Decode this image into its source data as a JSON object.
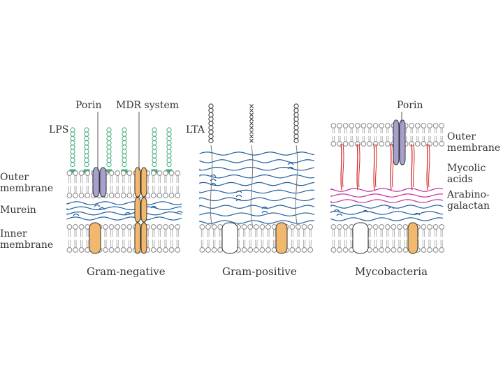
{
  "panels": [
    {
      "caption": "Gram-negative",
      "labels": {
        "porin": "Porin",
        "mdr": "MDR system",
        "lps": "LPS",
        "outer_line1": "Outer",
        "outer_line2": "membrane",
        "murein": "Murein",
        "inner_line1": "Inner",
        "inner_line2": "membrane"
      }
    },
    {
      "caption": "Gram-positive",
      "labels": {
        "lta": "LTA"
      }
    },
    {
      "caption": "Mycobacteria",
      "labels": {
        "porin": "Porin",
        "outer_line1": "Outer",
        "outer_line2": "membrane",
        "mycolic_line1": "Mycolic",
        "mycolic_line2": "acids",
        "arab_line1": "Arabino-",
        "arab_line2": "galactan"
      }
    }
  ],
  "colors": {
    "lipid_head": "#888888",
    "lipid_tail": "#b5b5b5",
    "lps_green": "#3fae7a",
    "murein_blue": "#1f5f9e",
    "porin_purple": "#a7a0cc",
    "mdr_orange": "#f2b96e",
    "mycolic_red": "#d32a2a",
    "arabinogalactan_magenta": "#c2309a",
    "outline": "#333333"
  }
}
